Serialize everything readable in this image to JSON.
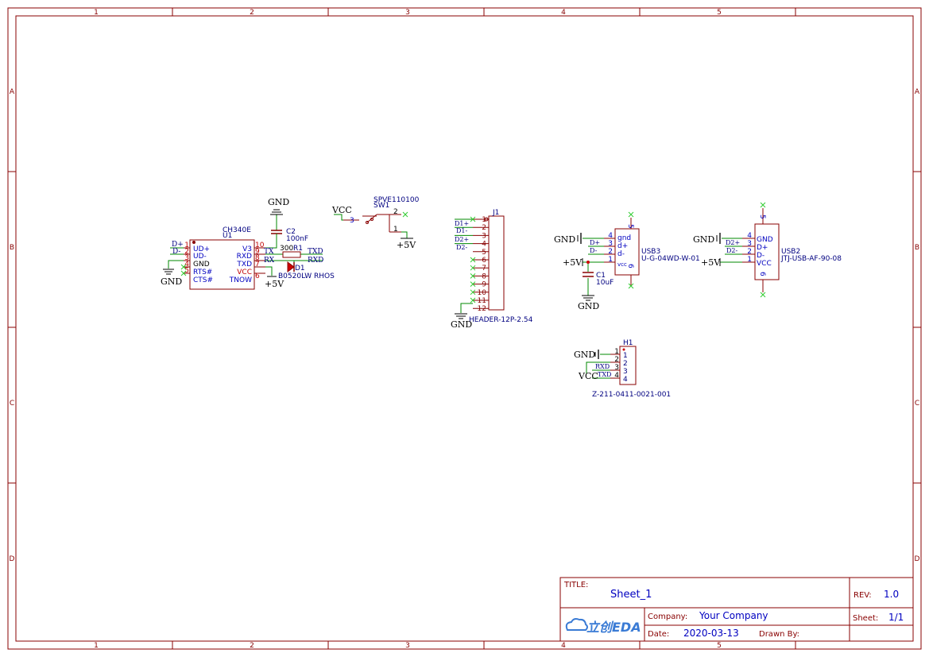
{
  "frame": {
    "columns": [
      "1",
      "2",
      "3",
      "4",
      "5"
    ],
    "rows": [
      "A",
      "B",
      "C",
      "D"
    ]
  },
  "colors": {
    "frame": "#880000",
    "wire": "#008800",
    "pin_number": "#c00000",
    "pin_name": "#0000c0",
    "part_ref": "#000080",
    "net": "#000080",
    "power": "#000000",
    "noconnect": "#33cc33",
    "title_value": "#0000c0"
  },
  "u1": {
    "ref": "U1",
    "value": "CH340E",
    "left_pins": [
      {
        "num": "1",
        "name": "UD+"
      },
      {
        "num": "2",
        "name": "UD-"
      },
      {
        "num": "3",
        "name": "GND"
      },
      {
        "num": "4",
        "name": "RTS#"
      },
      {
        "num": "5",
        "name": "CTS#"
      }
    ],
    "right_pins": [
      {
        "num": "10",
        "name": "V3"
      },
      {
        "num": "9",
        "name": "RXD"
      },
      {
        "num": "8",
        "name": "TXD"
      },
      {
        "num": "7",
        "name": "VCC"
      },
      {
        "num": "6",
        "name": "TNOW"
      }
    ],
    "nets": {
      "d_plus": "D+",
      "d_minus": "D-",
      "tx": "TX",
      "rx": "RX",
      "txd": "TXD",
      "rxd": "RXD"
    }
  },
  "c2": {
    "ref": "C2",
    "value": "100nF"
  },
  "r1": {
    "ref": "R1",
    "value": "300"
  },
  "d1": {
    "ref": "D1",
    "value": "B0520LW RHOS"
  },
  "sw1": {
    "ref": "SW1",
    "value": "SPVE110100",
    "pins": [
      "3",
      "2",
      "1"
    ]
  },
  "j1": {
    "ref": "J1",
    "value": "HEADER-12P-2.54",
    "pins": [
      "1",
      "2",
      "3",
      "4",
      "5",
      "6",
      "7",
      "8",
      "9",
      "10",
      "11",
      "12"
    ],
    "nets": [
      "D1+",
      "D1-",
      "D2+",
      "D2-"
    ]
  },
  "usb3": {
    "ref": "USB3",
    "value": "U-G-04WD-W-01",
    "pins": [
      {
        "num": "4",
        "name": "gnd"
      },
      {
        "num": "3",
        "name": "d+"
      },
      {
        "num": "2",
        "name": "d-"
      },
      {
        "num": "1",
        "name": "vcc"
      }
    ],
    "top_pin": "5",
    "bottom_pin": "6",
    "nets": {
      "d_plus": "D+",
      "d_minus": "D-"
    }
  },
  "c1": {
    "ref": "C1",
    "value": "10uF"
  },
  "usb2": {
    "ref": "USB2",
    "value": "JTJ-USB-AF-90-08",
    "pins": [
      {
        "num": "4",
        "name": "GND"
      },
      {
        "num": "3",
        "name": "D+"
      },
      {
        "num": "2",
        "name": "D-"
      },
      {
        "num": "1",
        "name": "VCC"
      }
    ],
    "top_pin": "5",
    "bottom_pin": "6",
    "nets": {
      "d_plus": "D2+",
      "d_minus": "D2-"
    }
  },
  "h1": {
    "ref": "H1",
    "value": "Z-211-0411-0021-001",
    "pins": [
      "1",
      "2",
      "3",
      "4"
    ],
    "nets": {
      "rxd": "RXD",
      "txd": "TXD"
    }
  },
  "power": {
    "gnd": "GND",
    "vcc": "VCC",
    "plus5v": "+5V"
  },
  "title_block": {
    "title_label": "TITLE:",
    "title": "Sheet_1",
    "rev_label": "REV:",
    "rev": "1.0",
    "company_label": "Company:",
    "company": "Your Company",
    "sheet_label": "Sheet:",
    "sheet": "1/1",
    "date_label": "Date:",
    "date": "2020-03-13",
    "drawn_label": "Drawn By:",
    "drawn": "",
    "logo": "立创EDA"
  }
}
